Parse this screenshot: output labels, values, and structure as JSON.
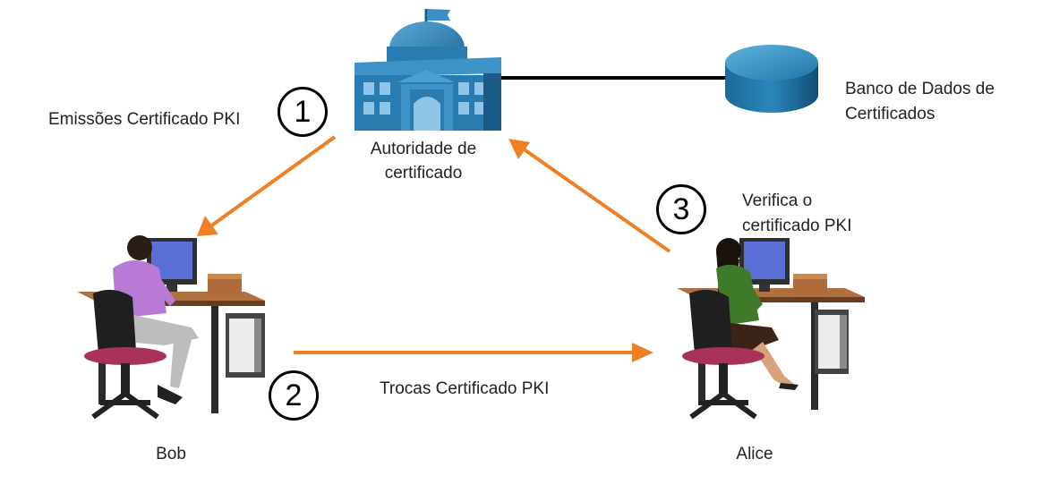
{
  "nodes": {
    "ca": {
      "label_line1": "Autoridade de",
      "label_line2": "certificado",
      "icon": "government-building-icon"
    },
    "db": {
      "label_line1": "Banco de Dados de",
      "label_line2": "Certificados",
      "icon": "database-icon"
    },
    "bob": {
      "label": "Bob",
      "icon": "user-at-workstation-icon"
    },
    "alice": {
      "label": "Alice",
      "icon": "user-at-workstation-icon"
    }
  },
  "steps": [
    {
      "number": "1",
      "label_line1": "Emissões Certificado PKI"
    },
    {
      "number": "2",
      "label_line1": "Trocas Certificado PKI"
    },
    {
      "number": "3",
      "label_line1": "Verifica o",
      "label_line2": "certificado PKI"
    }
  ],
  "colors": {
    "arrow": "#f07f24",
    "building": "#2a7bb0",
    "building_dark": "#1b5a85",
    "database": "#1f6f9e",
    "link": "#000000"
  }
}
